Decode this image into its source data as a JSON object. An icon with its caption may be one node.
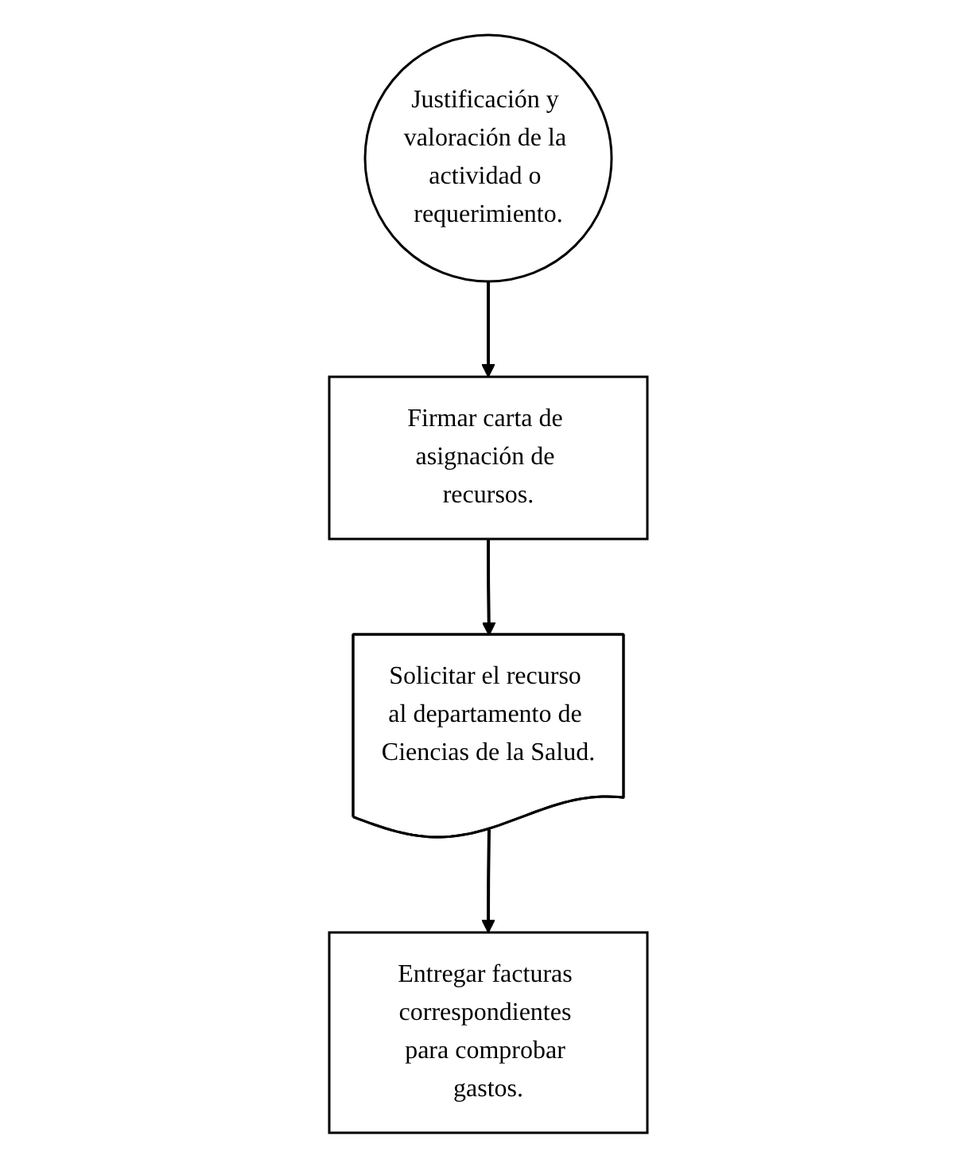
{
  "diagram": {
    "nodes": [
      {
        "text": [
          "Justificación y valoración de la actividad o requerimiento."
        ]
      },
      {
        "text": [
          "Firmar carta de asignación de recursos."
        ]
      },
      {
        "text": [
          "Solicitar el recurso al departamento de Ciencias de la Salud."
        ]
      },
      {
        "text": [
          "Entregar facturas correspondientes para comprobar gastos."
        ]
      }
    ],
    "edges": [
      {
        "from": 0,
        "to": 1,
        "arrow": "to"
      },
      {
        "from": 1,
        "to": 2,
        "arrow": "to"
      },
      {
        "from": 2,
        "to": 3,
        "arrow": "to"
      }
    ]
  }
}
